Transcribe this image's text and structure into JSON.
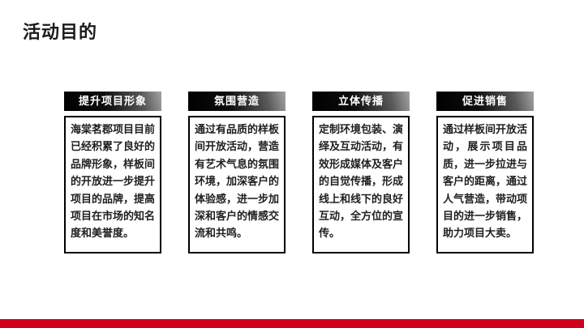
{
  "slide": {
    "title": "活动目的",
    "columns": [
      {
        "header": "提升项目形象",
        "body": "海棠茗郡项目目前已经积累了良好的品牌形象，样板间的开放进一步提升项目的品牌，提高项目在市场的知名度和美誉度。"
      },
      {
        "header": "氛围营造",
        "body": "通过有品质的样板间开放活动，营造有艺术气息的氛围环境，加深客户的体验感，进一步加深和客户的情感交流和共鸣。"
      },
      {
        "header": "立体传播",
        "body": "定制环境包装、演绎及互动活动，有效形成媒体及客户的自觉传播，形成线上和线下的良好互动，全方位的宣传。"
      },
      {
        "header": "促进销售",
        "body": "通过样板间开放活动，展示项目品质，进一步拉进与客户的距离，通过人气营造，带动项目的进一步销售，助力项目大卖。"
      }
    ],
    "colors": {
      "accent_bar": "#d0021b",
      "header_gradient_start": "#000000",
      "header_gradient_end": "#a3a3a3",
      "box_border": "#000000",
      "title_text": "#1a1a1a",
      "body_text": "#1f1f1f"
    }
  }
}
